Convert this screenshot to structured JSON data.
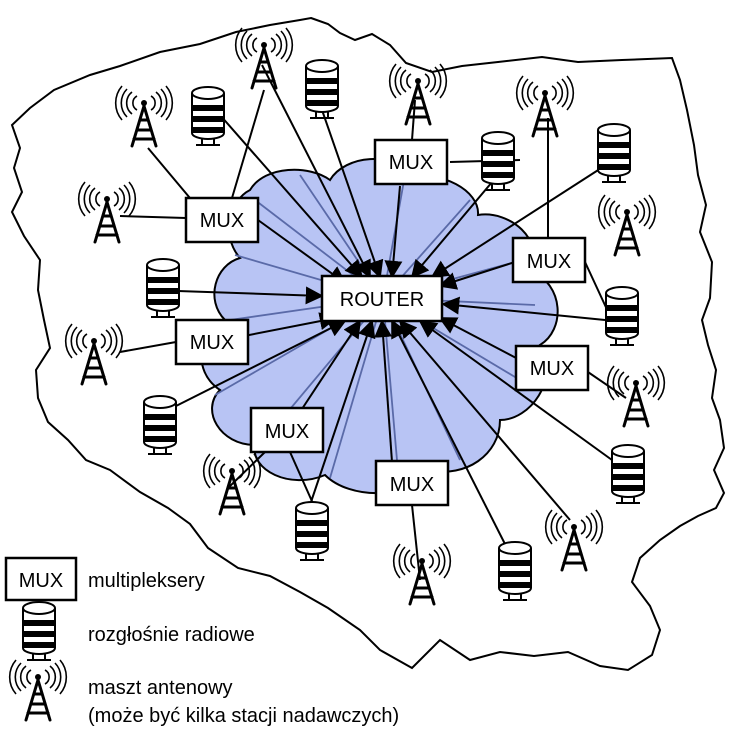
{
  "router": {
    "label": "ROUTER"
  },
  "mux": {
    "label": "MUX",
    "count": 7
  },
  "legend": {
    "mux_symbol": "MUX",
    "mux_text": "multipleksery",
    "station_text": "rozgłośnie radiowe",
    "antenna_text_line1": "maszt antenowy",
    "antenna_text_line2": "(może być kilka stacji nadawczych)"
  },
  "colors": {
    "cloud_fill": "#b8c4f4",
    "cloud_stroke": "#000000",
    "spoke": "#5a6aa8",
    "line": "#000000"
  },
  "icons": {
    "station": "radio-station-icon",
    "antenna": "antenna-mast-icon"
  }
}
